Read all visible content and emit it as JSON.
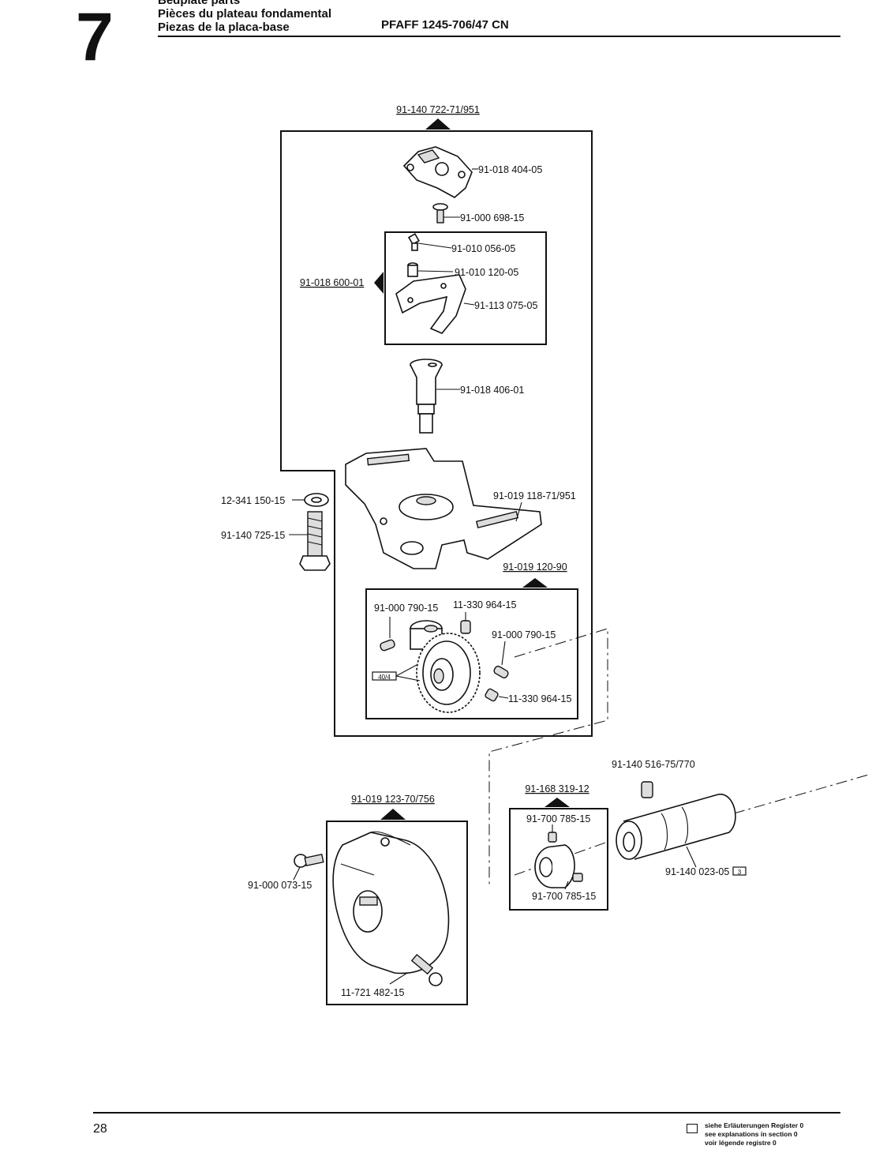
{
  "header": {
    "section_number": "7",
    "titles": [
      "Bedplate parts",
      "Pièces du plateau fondamental",
      "Piezas de la placa-base"
    ],
    "model": "PFAFF 1245-706/47 CN"
  },
  "diagram": {
    "assemblies": {
      "main": "91-140 722-71/951",
      "insert": "91-018 600-01",
      "gear_set": "91-019 120-90",
      "housing": "91-019 123-70/756",
      "collar": "91-168 319-12"
    },
    "parts": {
      "top_bracket": "91-018 404-05",
      "screw_top": "91-000 698-15",
      "pin_a": "91-010 056-05",
      "bush_a": "91-010 120-05",
      "plate_insert": "91-113 075-05",
      "shaft": "91-018 406-01",
      "frame": "91-019 118-71/951",
      "washer": "12-341 150-15",
      "bolt": "91-140 725-15",
      "gear_screw_1": "91-000 790-15",
      "gear_set_screw_1": "11-330 964-15",
      "gear_screw_2": "91-000 790-15",
      "gear_set_screw_2": "11-330 964-15",
      "gear_ref": "40/4",
      "sleeve_screw": "91-140 516-75/770",
      "collar_screw_top": "91-700 785-15",
      "collar_screw_bottom": "91-700 785-15",
      "tube": "91-140 023-05",
      "tube_ref": "3",
      "housing_screw_1": "91-000 073-15",
      "housing_screw_2": "11-721 482-15"
    }
  },
  "footer": {
    "page_number": "28",
    "legend": [
      "siehe Erläuterungen Register 0",
      "see explanations in section 0",
      "voir légende registre 0"
    ]
  }
}
